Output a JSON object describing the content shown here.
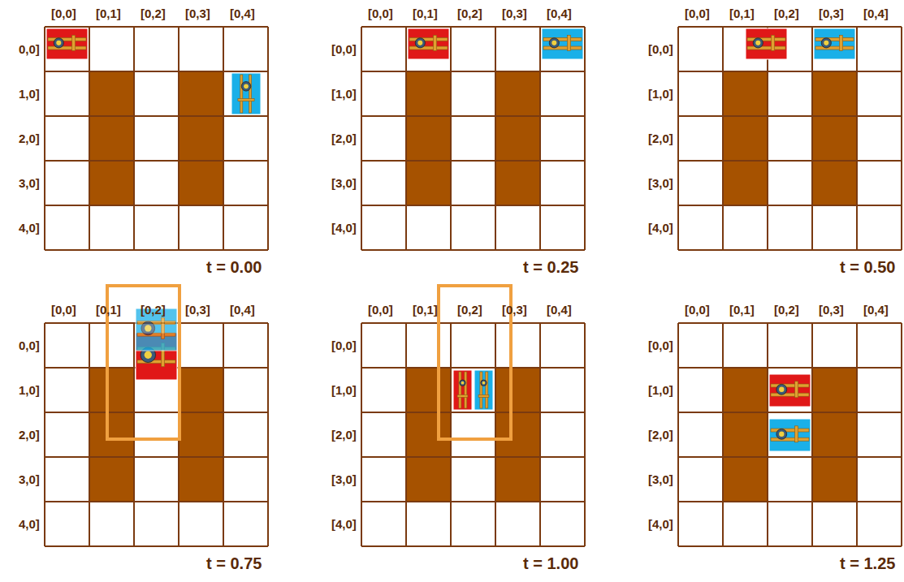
{
  "diagram": {
    "labels": [
      "[0,0]",
      "[0,1]",
      "[0,2]",
      "[0,3]",
      "[0,4]",
      "0,0]",
      "1,0]",
      "2,0]",
      "3,0]",
      "4,0]",
      "t = 0.00",
      "[0,0]",
      "[0,1]",
      "[0,2]",
      "[0,3]",
      "[0,4]",
      "[0,0]",
      "[1,0]",
      "[2,0]",
      "[3,0]",
      "[4,0]",
      "t = 0.25",
      "[0,0]",
      "[0,1]",
      "[0,2]",
      "[0,3]",
      "[0,4]",
      "[0,0]",
      "[1,0]",
      "[2,0]",
      "[3,0]",
      "[4,0]",
      "t = 0.50",
      "[0,0]",
      "[0,1]",
      "[0,2]",
      "[0,3]",
      "[0,4]",
      "0,0]",
      "1,0]",
      "2,0]",
      "3,0]",
      "4,0]",
      "t = 0.75",
      "[0,0]",
      "[0,1]",
      "[0,2]",
      "[0,3]",
      "[0,4]",
      "[0,0]",
      "[1,0]",
      "[2,0]",
      "[3,0]",
      "[4,0]",
      "t = 1.00",
      "[0,0]",
      "[0,1]",
      "[0,2]",
      "[0,3]",
      "[0,4]",
      "[0,0]",
      "[1,0]",
      "[2,0]",
      "[3,0]",
      "[4,0]",
      "t = 1.25"
    ]
  }
}
